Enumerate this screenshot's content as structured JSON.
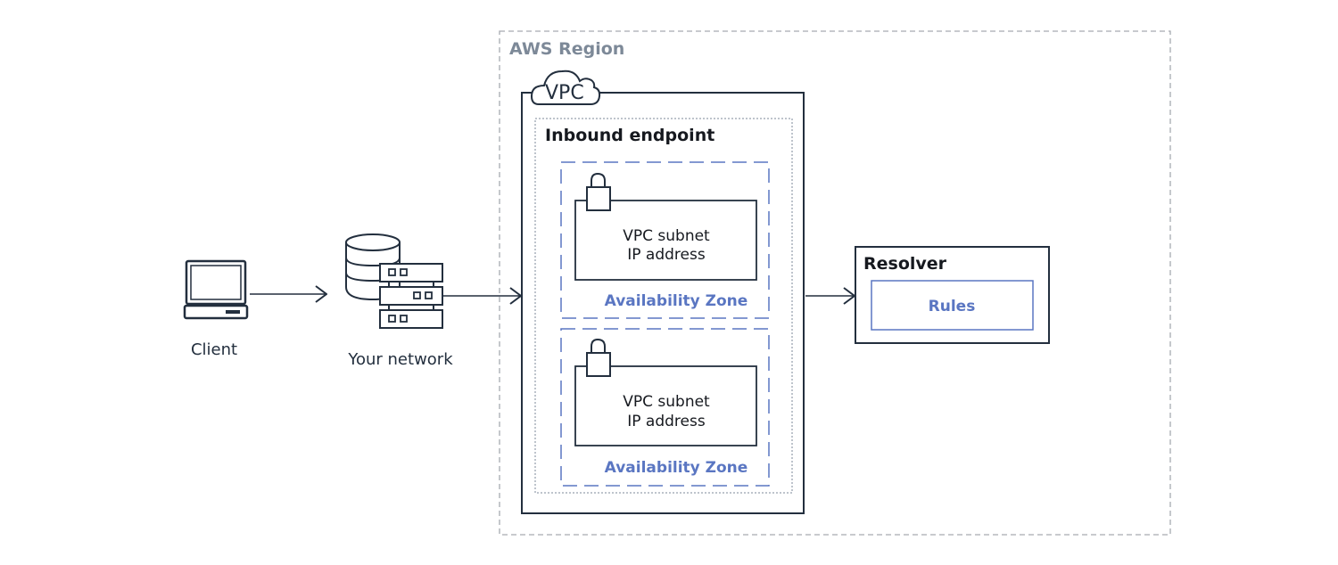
{
  "client": {
    "label": "Client"
  },
  "network": {
    "label": "Your network"
  },
  "region": {
    "label": "AWS Region"
  },
  "vpc": {
    "label": "VPC"
  },
  "endpoint": {
    "label": "Inbound endpoint"
  },
  "zones": [
    {
      "subnet_line1": "VPC subnet",
      "subnet_line2": "IP address",
      "label": "Availability Zone"
    },
    {
      "subnet_line1": "VPC subnet",
      "subnet_line2": "IP address",
      "label": "Availability Zone"
    }
  ],
  "resolver": {
    "label": "Resolver",
    "rules_label": "Rules"
  },
  "colors": {
    "ink": "#232f3e",
    "accent": "#5a76c2",
    "region_border": "#a6aab0"
  }
}
